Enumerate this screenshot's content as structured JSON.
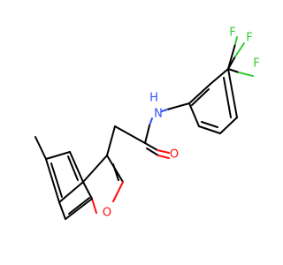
{
  "molecule": {
    "atoms": {
      "fluorine_top_left": "F",
      "fluorine_top_right": "F",
      "fluorine_right": "F",
      "amide_nitrogen": "N",
      "amide_hydrogen": "H",
      "carbonyl_oxygen": "O",
      "furan_oxygen": "O"
    },
    "colors": {
      "bond": "#000000",
      "oxygen": "#ff0d0d",
      "nitrogen": "#3050f8",
      "fluorine": "#33cc33"
    }
  }
}
